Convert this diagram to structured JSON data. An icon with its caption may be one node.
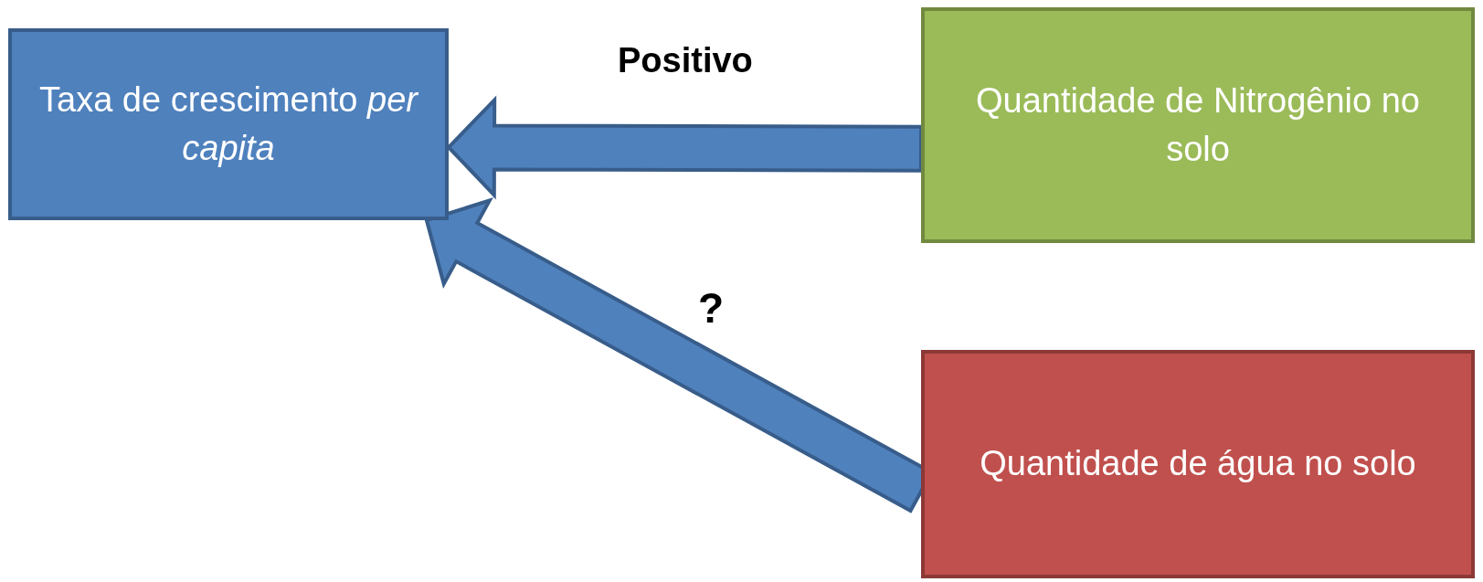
{
  "diagram": {
    "nodes": [
      {
        "text": [
          "Taxa de crescimento *per capita*"
        ]
      },
      {
        "text": [
          "Quantidade de Nitrogênio no solo"
        ]
      },
      {
        "text": [
          "Quantidade de água no solo"
        ]
      }
    ],
    "edges": [
      {
        "from": 1,
        "to": 0,
        "arrow": "to",
        "label": "Positivo"
      },
      {
        "from": 2,
        "to": 0,
        "arrow": "to",
        "label": "?"
      }
    ]
  }
}
